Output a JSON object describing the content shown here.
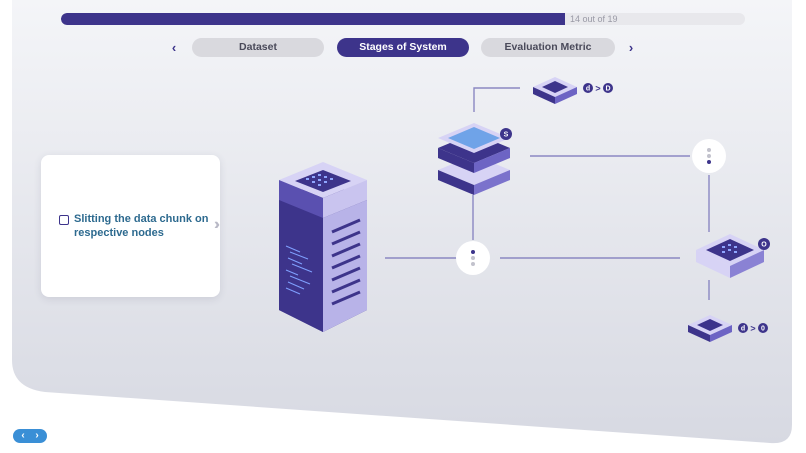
{
  "progress": {
    "text": "14 out of 19",
    "value": 0.737
  },
  "tabs": [
    {
      "label": "Dataset",
      "active": false
    },
    {
      "label": "Stages of System",
      "active": true
    },
    {
      "label": "Evaluation Metric",
      "active": false
    }
  ],
  "nav": {
    "prev": "‹",
    "next": "›"
  },
  "card": {
    "text": "Slitting the data chunk on respective nodes"
  },
  "nodes": {
    "top_node_badge": "S",
    "right_node_badge": "O",
    "top_small_a": "d",
    "top_small_sep": ">",
    "top_small_b": "D",
    "bottom_small_a": "d",
    "bottom_small_sep": ">",
    "bottom_small_b": "0"
  },
  "pager": {
    "prev": "‹",
    "next": "›"
  },
  "colors": {
    "accent": "#3d348b",
    "text": "#2d6a8f",
    "pill": "#3a8fd6"
  }
}
